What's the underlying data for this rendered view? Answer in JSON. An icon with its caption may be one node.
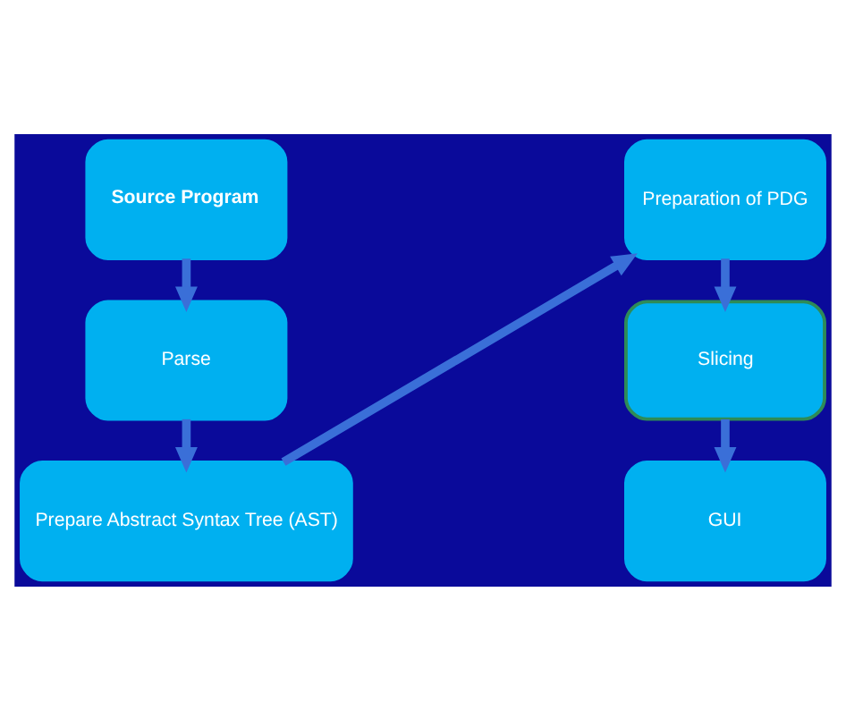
{
  "diagram": {
    "nodes": [
      {
        "text": [
          "Source Program"
        ]
      },
      {
        "text": [
          "Parse"
        ]
      },
      {
        "text": [
          "Prepare Abstract Syntax Tree (AST)"
        ]
      },
      {
        "text": [
          "Preparation of PDG"
        ]
      },
      {
        "text": [
          "Slicing"
        ]
      },
      {
        "text": [
          "GUI"
        ]
      }
    ],
    "edges": [
      {
        "from": 0,
        "to": 1,
        "arrow": "to"
      },
      {
        "from": 1,
        "to": 2,
        "arrow": "to"
      },
      {
        "from": 2,
        "to": 3,
        "arrow": "to"
      },
      {
        "from": 3,
        "to": 4,
        "arrow": "to"
      },
      {
        "from": 4,
        "to": 5,
        "arrow": "to"
      }
    ]
  }
}
